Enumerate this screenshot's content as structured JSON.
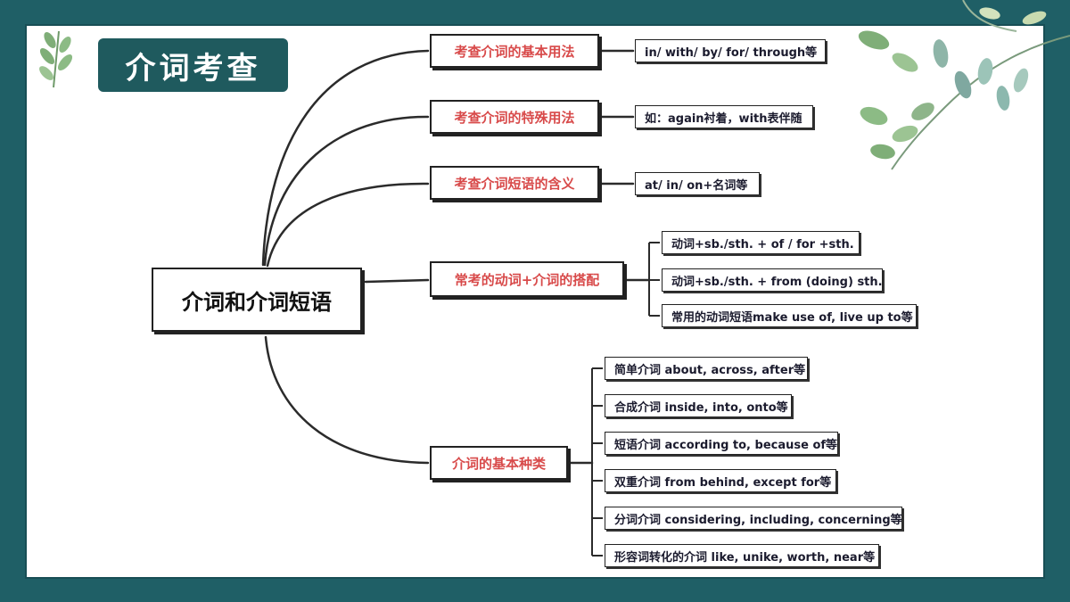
{
  "title": "介词考查",
  "central": "介词和介词短语",
  "branches": [
    {
      "label": "考查介词的基本用法",
      "leaves": [
        "in/ with/ by/ for/ through等"
      ]
    },
    {
      "label": "考查介词的特殊用法",
      "leaves": [
        "如：again衬着，with表伴随"
      ]
    },
    {
      "label": "考查介词短语的含义",
      "leaves": [
        "at/ in/ on+名词等"
      ]
    },
    {
      "label": "常考的动词+介词的搭配",
      "leaves": [
        "动词+sb./sth. + of / for +sth.",
        "动词+sb./sth. + from (doing) sth.",
        "常用的动词短语make use of, live up to等"
      ]
    },
    {
      "label": "介词的基本种类",
      "leaves": [
        "简单介词 about, across, after等",
        "合成介词 inside, into, onto等",
        "短语介词 according to, because of等",
        "双重介词 from behind, except for等",
        "分词介词 considering, including, concerning等",
        "形容词转化的介词 like, unike, worth, near等"
      ]
    }
  ],
  "colors": {
    "background": "#1f5f66",
    "title_badge": "#1f5a5e",
    "branch_text": "#d84a4a",
    "leaf_text": "#1b1b2e"
  }
}
